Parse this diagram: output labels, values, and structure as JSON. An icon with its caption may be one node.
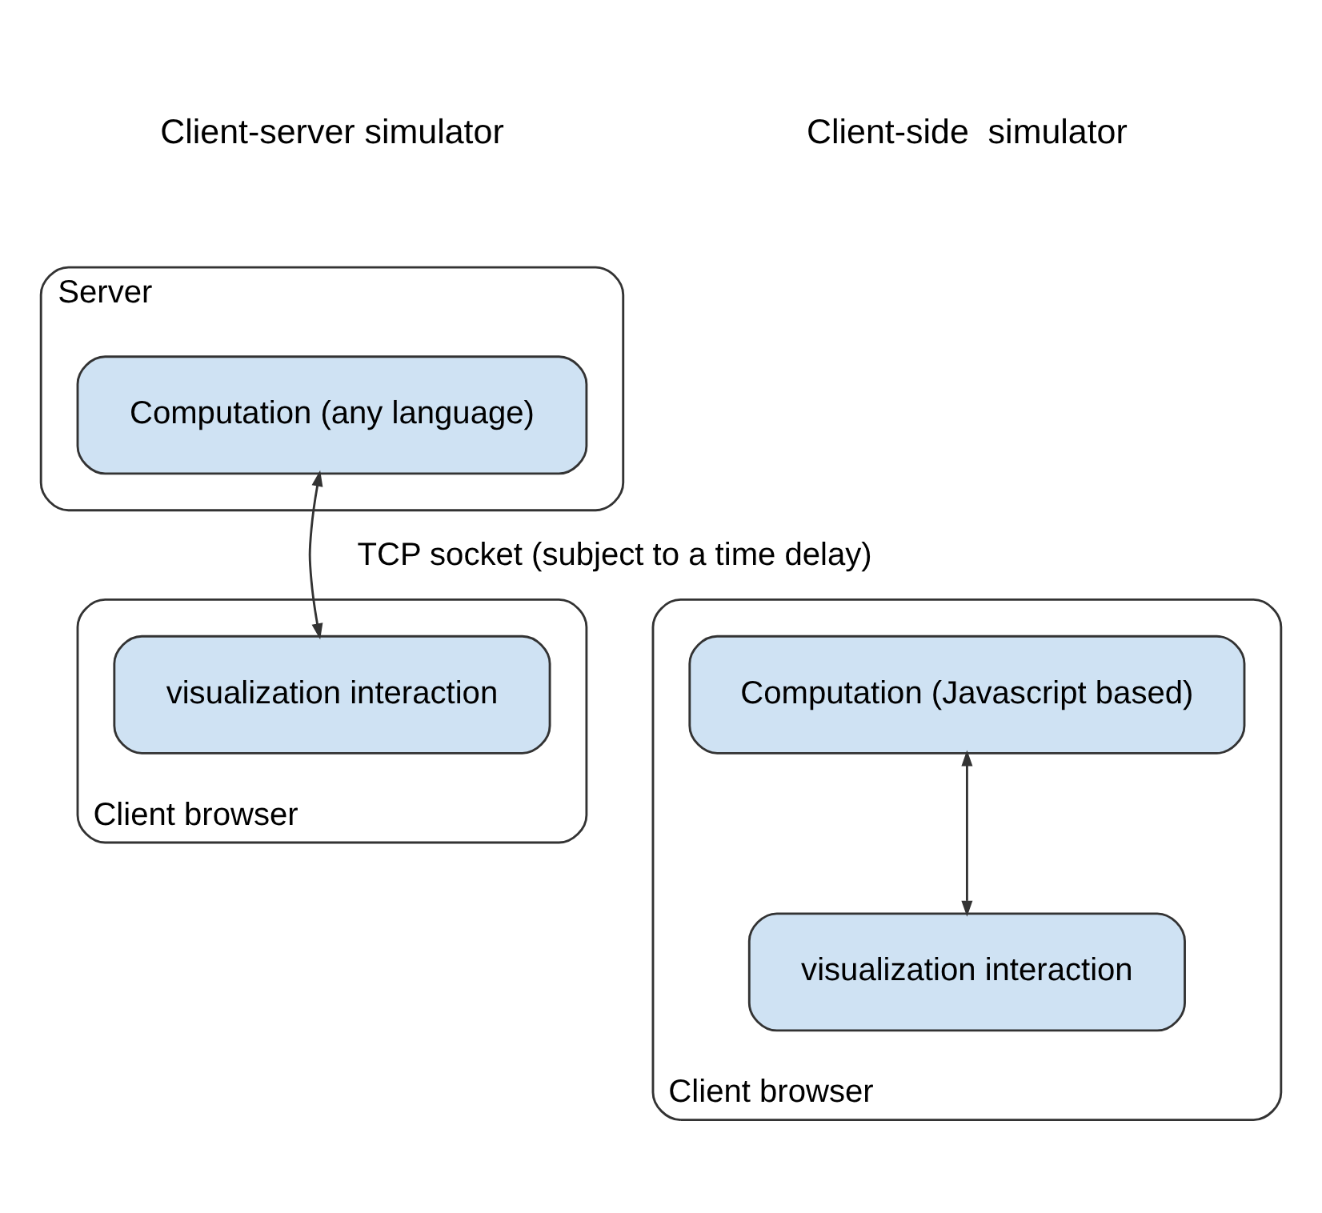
{
  "diagram": {
    "nodes": [
      {
        "text": [
          "Server"
        ]
      },
      {
        "text": [
          "Computation (any language)"
        ],
        "in": 0
      },
      {
        "text": [
          "Client browser"
        ]
      },
      {
        "text": [
          "visualization interaction"
        ],
        "in": 2
      },
      {
        "text": [
          "Client browser"
        ]
      },
      {
        "text": [
          "Computation (Javascript based)"
        ],
        "in": 4
      },
      {
        "text": [
          "visualization interaction"
        ],
        "in": 4
      }
    ],
    "edges": [
      {
        "from": 1,
        "to": 3,
        "arrow": "both",
        "label": "TCP socket (subject to a time delay)"
      },
      {
        "from": 5,
        "to": 6,
        "arrow": "both"
      }
    ],
    "labels": [
      "Client-server simulator",
      "Client-side  simulator"
    ]
  }
}
